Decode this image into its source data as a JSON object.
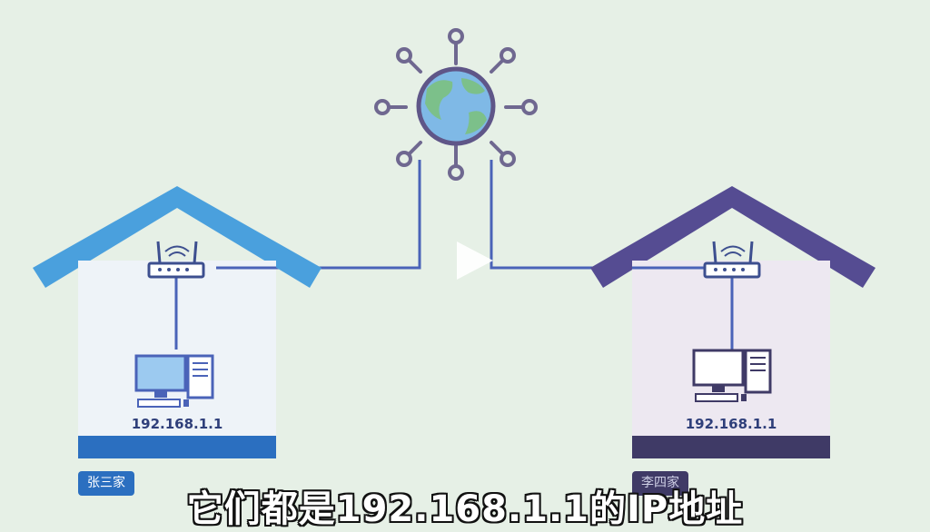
{
  "houses": {
    "left": {
      "name": "张三家",
      "ip": "192.168.1.1",
      "roof_color": "#4aa0dd",
      "accent_color": "#2b6fc0"
    },
    "right": {
      "name": "李四家",
      "ip": "192.168.1.1",
      "roof_color": "#554c92",
      "accent_color": "#3f3a66"
    }
  },
  "caption": "它们都是192.168.1.1的IP地址",
  "icons": {
    "globe": "globe-icon",
    "router": "wifi-router-icon",
    "computer": "desktop-computer-icon",
    "play": "play-icon"
  }
}
